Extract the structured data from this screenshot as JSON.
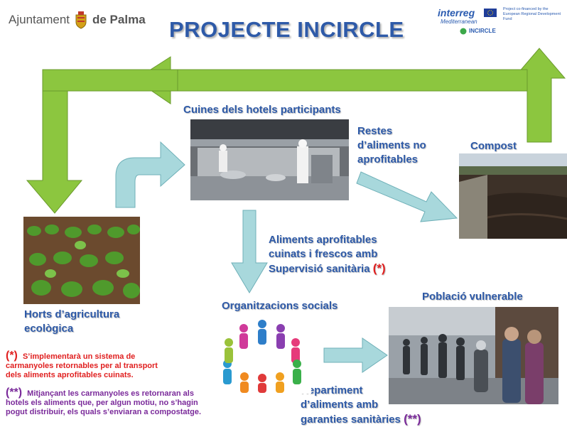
{
  "header": {
    "logo_left_text_1": "Ajuntament",
    "logo_left_text_2": "de Palma",
    "title": "PROJECTE INCIRCLE",
    "logo_right_brand": "interreg",
    "logo_right_sub": "Mediterranean",
    "logo_right_project": "INCIRCLE",
    "logo_right_funding": "Project co-financed by the European Regional Development Fund"
  },
  "nodes": {
    "kitchens": "Cuines dels hotels participants",
    "leftovers": [
      "Restes",
      "d’aliments no",
      "aprofitables"
    ],
    "compost": "Compost",
    "gardens": [
      "Horts d’agricultura",
      "ecològica"
    ],
    "usable_food": [
      "Aliments aprofitables",
      "cuinats i frescos amb",
      "Supervisió sanitària"
    ],
    "usable_food_mark": "(*)",
    "social_orgs": "Organitzacions socials",
    "vulnerable": "Població vulnerable",
    "distribution": [
      "Repartiment",
      "d’aliments amb",
      "garanties sanitàries"
    ],
    "distribution_mark": "(**)"
  },
  "notes": {
    "note1_mark": "(*)",
    "note1_lines": [
      "S’implementarà un sistema de",
      "carmanyoles retornables per al transport",
      "dels aliments aprofitables cuinats."
    ],
    "note2_mark": "(**)",
    "note2_lines": [
      "Mitjançant  les carmanyoles es retornaran als",
      "hotels els aliments que, per algun motiu, no s’hagin",
      "pogut distribuir, els quals s’enviaran a compostatge."
    ]
  },
  "colors": {
    "title_blue": "#2e5aa8",
    "green_arrow": "#8cc63f",
    "teal_arrow": "#a8d8dc",
    "red_mark": "#e02020",
    "purple_mark": "#7a2a9a"
  }
}
